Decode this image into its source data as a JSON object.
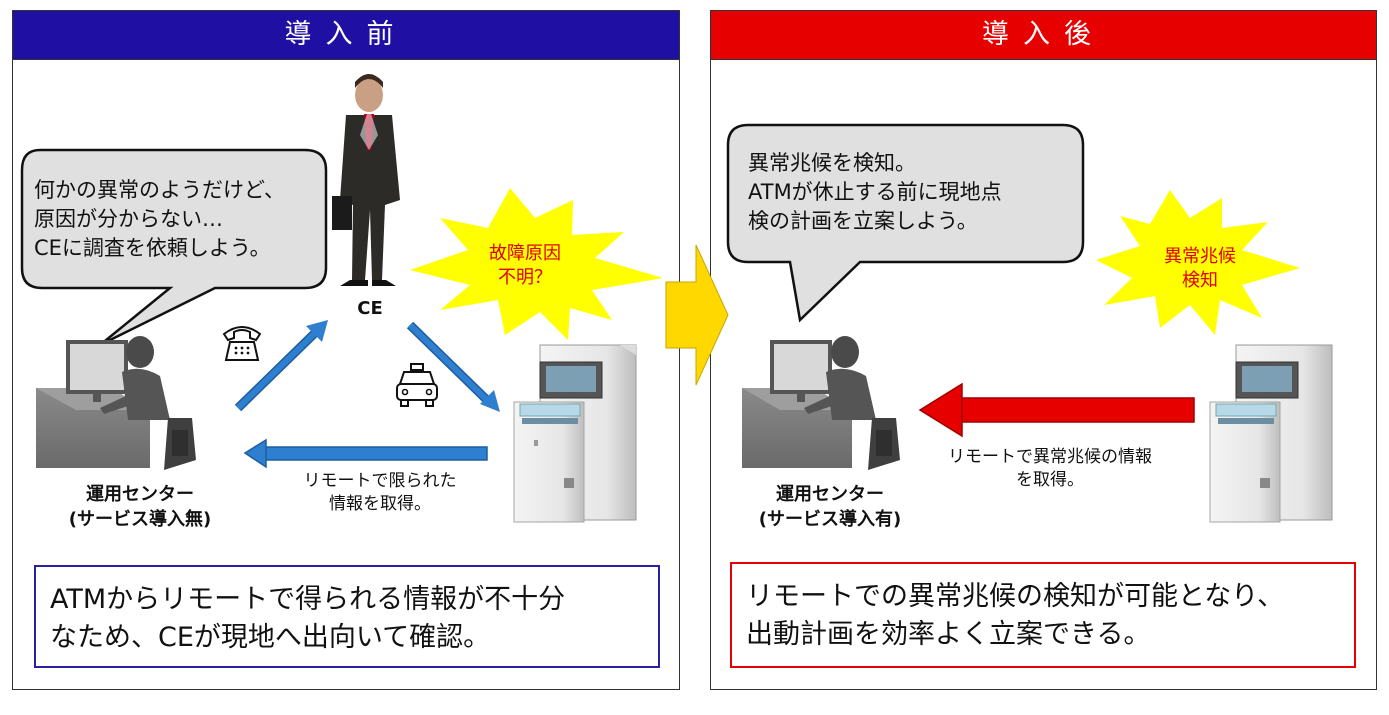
{
  "before": {
    "header": "導入前",
    "header_color": "#1f0fa3",
    "bubble": "何かの異常のようだけど、\n原因が分からない…\nCEに調査を依頼しよう。",
    "burst": "故障原因\n不明？",
    "ce_label": "CE",
    "center_label": "運用センター\n(サービス導入無)",
    "arrow_caption": "リモートで限られた\n情報を取得。",
    "summary": "ATMからリモートで得られる情報が不十分\nなため、CEが現地へ出向いて確認。",
    "summary_border": "#2b1fa3",
    "icons": [
      "telephone-icon",
      "car-icon"
    ]
  },
  "after": {
    "header": "導入後",
    "header_color": "#e60000",
    "bubble": "異常兆候を検知。\nATMが休止する前に現地点\n検の計画を立案しよう。",
    "burst": "異常兆候\n検知",
    "center_label": "運用センター\n(サービス導入有)",
    "arrow_caption": "リモートで異常兆候の情報\nを取得。",
    "summary": "リモートでの異常兆候の検知が可能となり、\n出動計画を効率よく立案できる。",
    "summary_border": "#e60000"
  },
  "colors": {
    "blue_arrow": "#2f7fd0",
    "red_arrow": "#e60000",
    "burst_fill": "#ffff00",
    "transition_arrow": "#ffd800"
  }
}
